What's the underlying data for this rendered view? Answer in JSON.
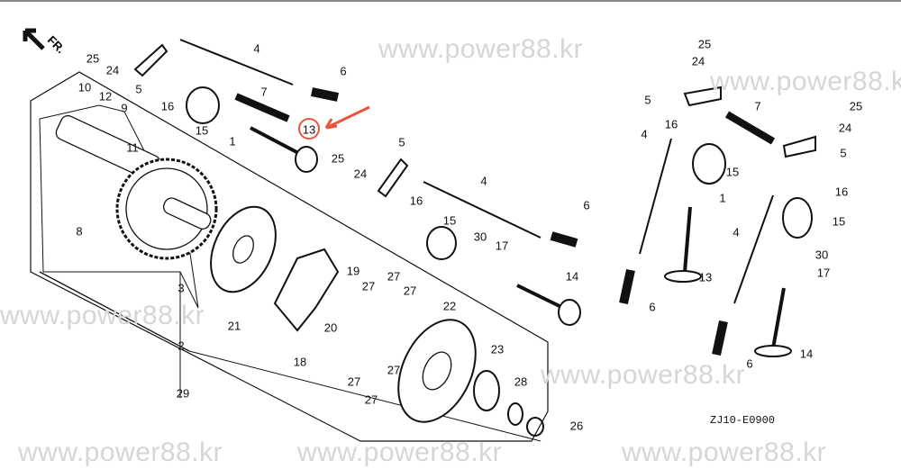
{
  "watermark": "www.power88.kr",
  "direction_label": "FR.",
  "diagram_code": "ZJ10-E0900",
  "highlight": {
    "part": "13",
    "color": "#e8553a"
  },
  "labels": [
    "25",
    "24",
    "5",
    "4",
    "6",
    "16",
    "7",
    "10",
    "12",
    "9",
    "15",
    "1",
    "11",
    "13",
    "25",
    "24",
    "5",
    "4",
    "16",
    "8",
    "3",
    "21",
    "15",
    "30",
    "17",
    "6",
    "19",
    "14",
    "27",
    "27",
    "27",
    "20",
    "22",
    "18",
    "2",
    "23",
    "27",
    "27",
    "27",
    "28",
    "29",
    "26",
    "25",
    "24",
    "5",
    "7",
    "25",
    "16",
    "24",
    "4",
    "5",
    "15",
    "16",
    "1",
    "4",
    "15",
    "30",
    "17",
    "13",
    "6",
    "14",
    "6"
  ]
}
